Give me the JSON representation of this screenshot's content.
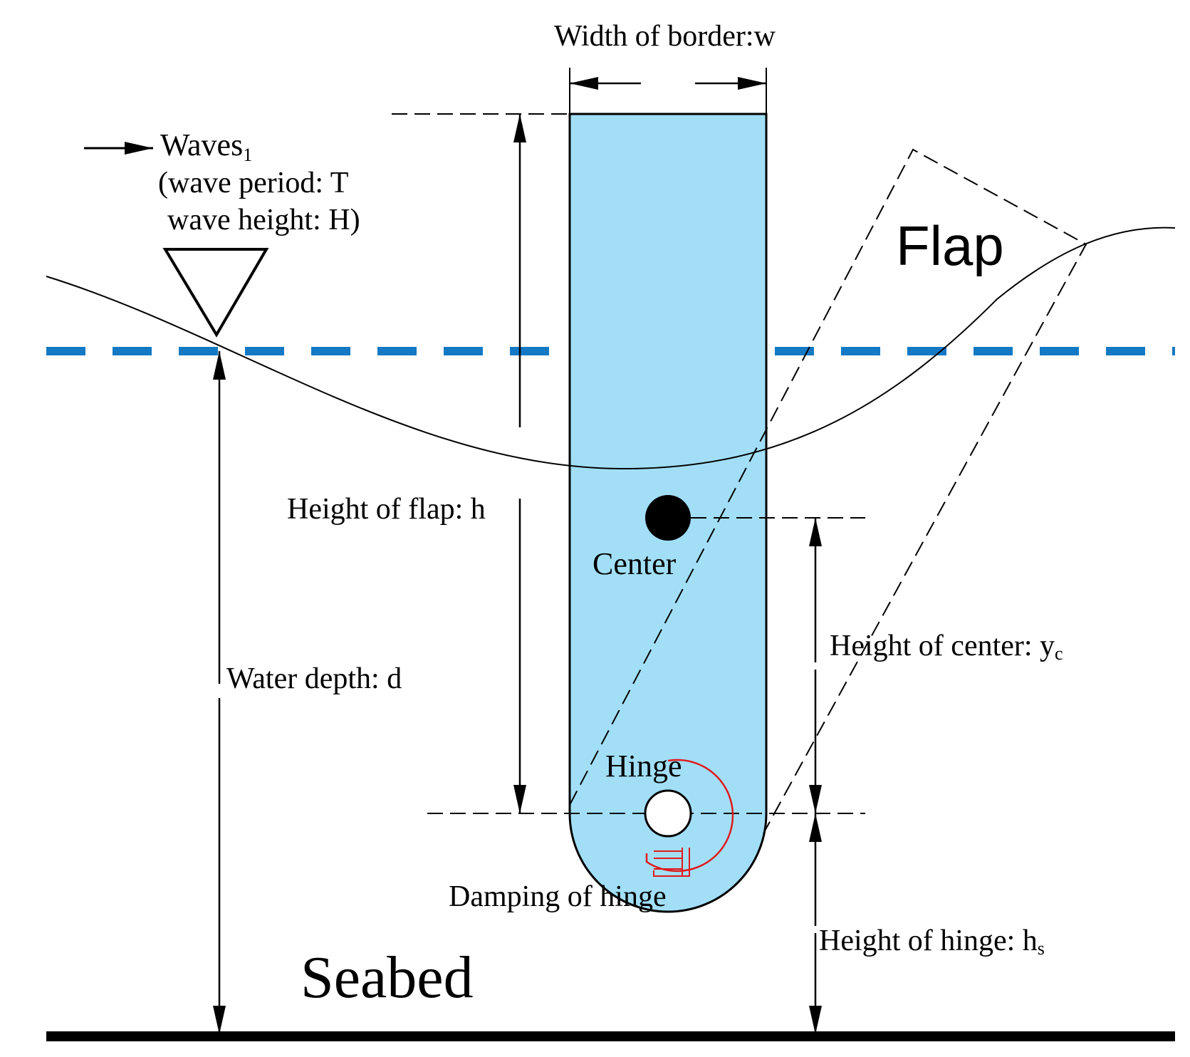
{
  "labels": {
    "width_of_border": "Width of border:w",
    "waves": "Waves",
    "waves_marker": "1",
    "wave_period": "(wave period: T",
    "wave_height": "wave height: H)",
    "flap": "Flap",
    "height_of_flap": "Height of flap: h",
    "center": "Center",
    "height_of_center": "Height of center: y",
    "height_of_center_sub": "c",
    "water_depth": "Water depth: d",
    "hinge": "Hinge",
    "damping_of_hinge": "Damping of hinge",
    "height_of_hinge": "Height of hinge: h",
    "height_of_hinge_sub": "s",
    "seabed": "Seabed"
  },
  "colors": {
    "flap_fill": "#a2dff7",
    "still_water_line": "#1479c4",
    "damper": "#e0191b",
    "ink": "#000000"
  }
}
